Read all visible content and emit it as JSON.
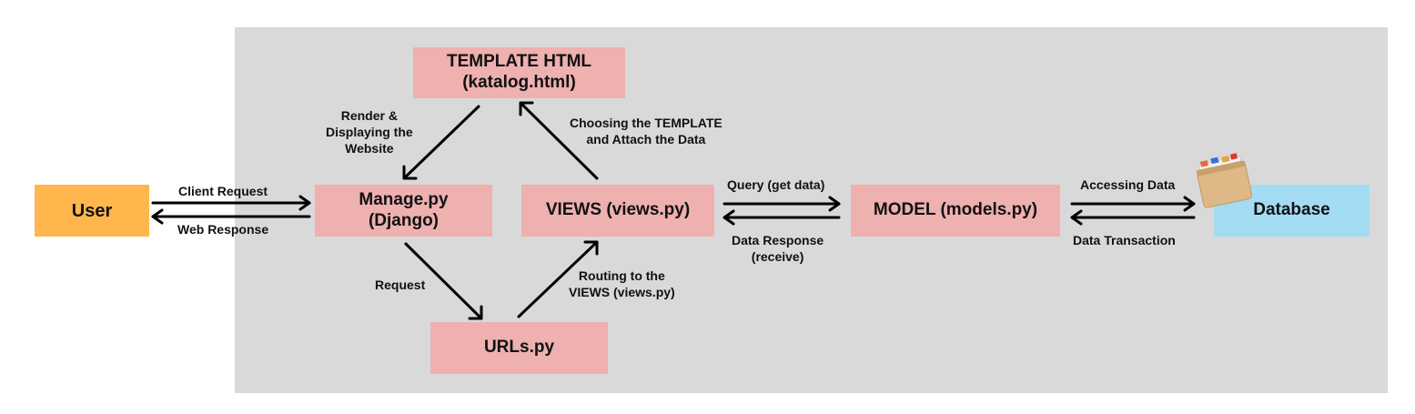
{
  "nodes": {
    "user": "User",
    "manage": [
      "Manage.py",
      "(Django)"
    ],
    "views": "VIEWS (views.py)",
    "model": "MODEL (models.py)",
    "database": "Database",
    "template": [
      "TEMPLATE HTML",
      "(katalog.html)"
    ],
    "urls": "URLs.py"
  },
  "edges": {
    "client_request": "Client Request",
    "web_response": "Web Response",
    "render": [
      "Render &",
      "Displaying the",
      "Website"
    ],
    "choosing": [
      "Choosing the TEMPLATE",
      "and Attach the Data"
    ],
    "query": "Query (get data)",
    "data_response": [
      "Data Response",
      "(receive)"
    ],
    "accessing_data": "Accessing Data",
    "data_transaction": "Data Transaction",
    "request": "Request",
    "routing": [
      "Routing to the",
      "VIEWS (views.py)"
    ]
  },
  "colors": {
    "panel": "#d9d9d9",
    "component": "#efb0b0",
    "user": "#ffb74d",
    "database": "#a3dcf2"
  },
  "icons": {
    "database": "file-box-icon"
  }
}
